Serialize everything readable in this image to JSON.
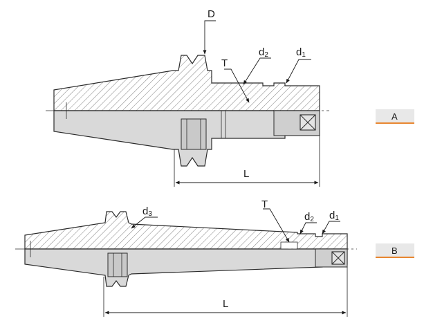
{
  "colors": {
    "hatch": "#8a8a8a",
    "body_fill": "#d9d9d9",
    "outline": "#2b2b2b",
    "tag_bg": "#e8e8e8",
    "tag_underline": "#e8862f"
  },
  "view_a": {
    "label_D": "D",
    "label_d2_main": "d",
    "label_d2_sub": "2",
    "label_d1_main": "d",
    "label_d1_sub": "1",
    "label_T": "T",
    "label_L": "L",
    "tag": "A"
  },
  "view_b": {
    "label_d3_main": "d",
    "label_d3_sub": "3",
    "label_T": "T",
    "label_d2_main": "d",
    "label_d2_sub": "2",
    "label_d1_main": "d",
    "label_d1_sub": "1",
    "label_L": "L",
    "tag": "B"
  }
}
